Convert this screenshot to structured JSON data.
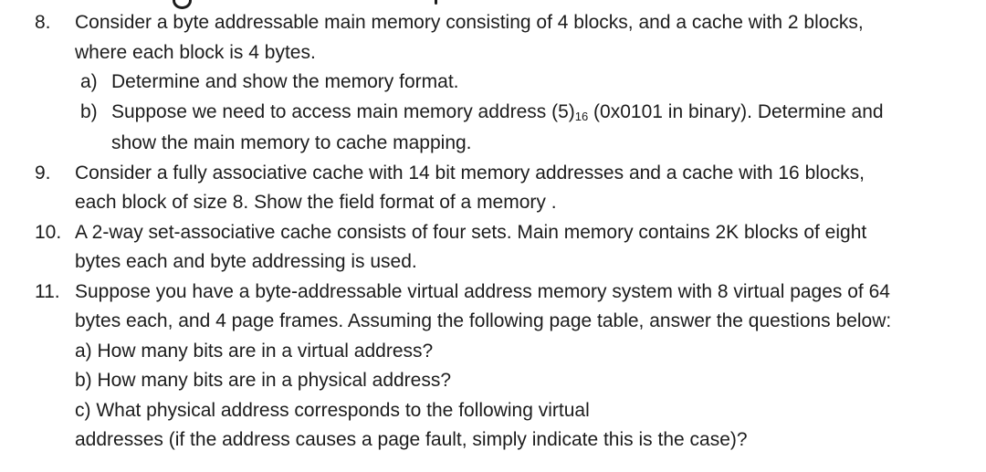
{
  "questions": [
    {
      "number": "8.",
      "lines": [
        "Consider a byte addressable main memory consisting of 4 blocks, and a cache with 2 blocks,",
        "where each block is 4 bytes."
      ],
      "subitems": [
        {
          "label": "a)",
          "lines": [
            "Determine and show the memory format."
          ]
        },
        {
          "label": "b)",
          "line1_pre": "Suppose we need to access main memory address (5)",
          "line1_sub": "16",
          "line1_post": " (0x0101 in binary). Determine and",
          "line2": "show the main memory to cache mapping."
        }
      ]
    },
    {
      "number": "9.",
      "lines": [
        "Consider a fully associative cache with 14 bit memory addresses and a cache with 16 blocks,",
        "each block of size 8. Show the field format of a memory ."
      ]
    },
    {
      "number": "10.",
      "lines": [
        "A 2-way set-associative cache consists of four sets. Main memory contains 2K blocks of eight",
        "bytes each and byte addressing is used."
      ]
    },
    {
      "number": "11.",
      "lines": [
        "Suppose you have a byte-addressable virtual address memory system with 8 virtual pages of 64",
        "bytes each, and 4 page frames. Assuming the following page table, answer the questions below:",
        "a) How many bits are in a virtual address?",
        "b) How many bits are in a physical address?",
        "c) What physical address corresponds to the following virtual",
        "addresses (if the address causes a page fault, simply indicate this is the case)?"
      ]
    }
  ]
}
